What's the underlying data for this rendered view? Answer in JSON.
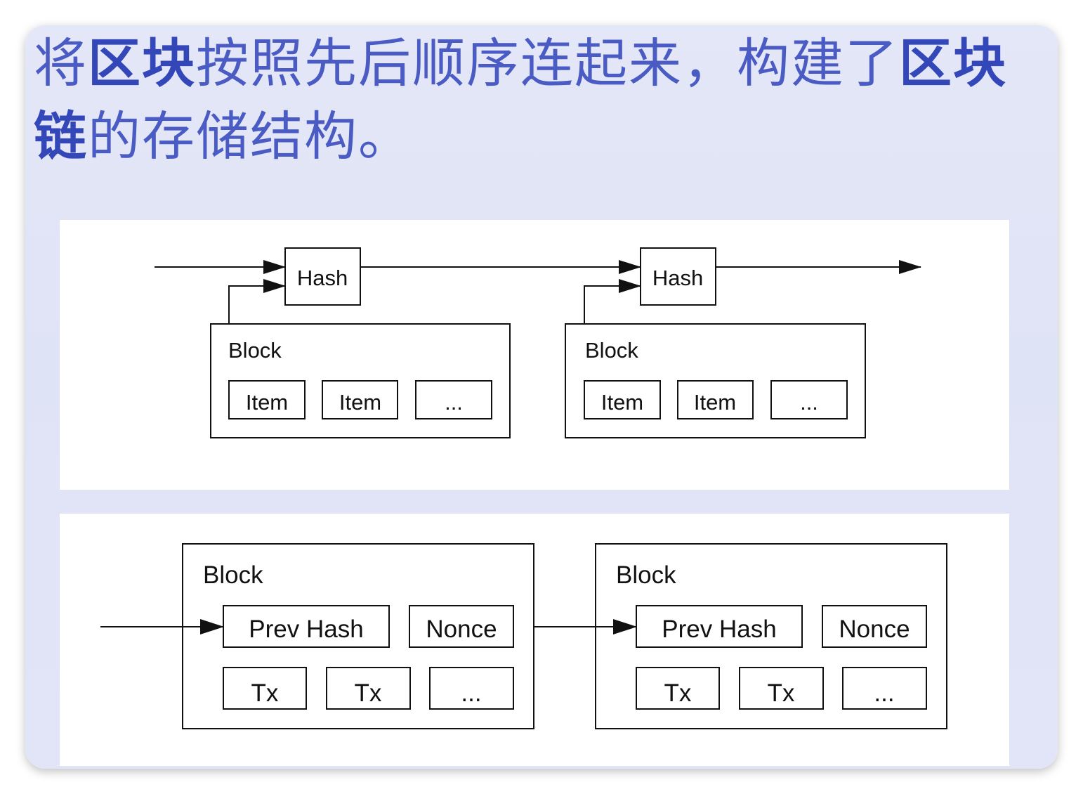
{
  "heading": {
    "p1": "将",
    "h1": "区块",
    "p2": "按照先后顺序连起来，构建了",
    "h2": "区块链",
    "p3": "的存储结构。"
  },
  "top_diagram": {
    "hash_label": "Hash",
    "block_label": "Block",
    "items": [
      "Item",
      "Item",
      "..."
    ]
  },
  "bottom_diagram": {
    "block_label": "Block",
    "prev_hash_label": "Prev Hash",
    "nonce_label": "Nonce",
    "txs": [
      "Tx",
      "Tx",
      "..."
    ]
  },
  "colors": {
    "heading": "#4a5bc4",
    "heading_highlight": "#3447b8",
    "diagram_stroke": "#111111"
  }
}
